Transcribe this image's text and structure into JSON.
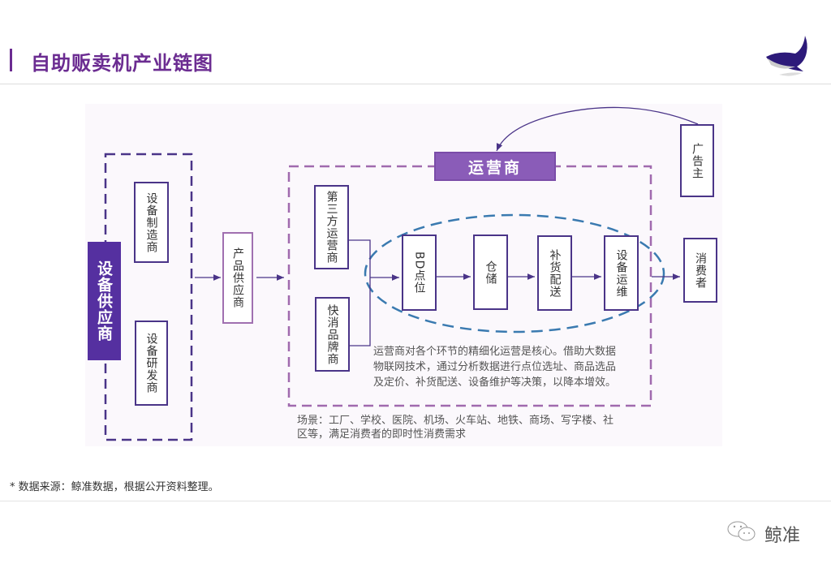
{
  "header": {
    "title": "自助贩卖机产业链图",
    "logo": "whale-logo"
  },
  "diagram": {
    "equipment_supplier": "设备供应商",
    "equipment_manufacturer": "设备制造商",
    "equipment_rd": "设备研发商",
    "product_supplier": "产品供应商",
    "operator_label": "运营商",
    "third_party_operator": "第三方运营商",
    "fmcg_brand": "快消品牌商",
    "steps": [
      "BD点位",
      "仓储",
      "补货配送",
      "设备运维"
    ],
    "consumer": "消费者",
    "advertiser": "广告主",
    "operator_desc": [
      "运营商对各个环节的精细化运营是核心。借助大数据",
      "物联网技术，通过分析数据进行点位选址、商品选品",
      "及定价、补货配送、设备维护等决策，以降本增效。"
    ],
    "scenes": [
      "场景：工厂、学校、医院、机场、火车站、地铁、商场、写字楼、社",
      "区等，满足消费者的即时性消费需求"
    ]
  },
  "footer": {
    "source": "* 数据来源：鲸准数据，根据公开资料整理。",
    "brand": "鲸准"
  },
  "colors": {
    "title": "#6b2c91",
    "box_border": "#4a3488",
    "operator_fill": "#8a5cb8",
    "ellipse": "#3a7ab0"
  }
}
